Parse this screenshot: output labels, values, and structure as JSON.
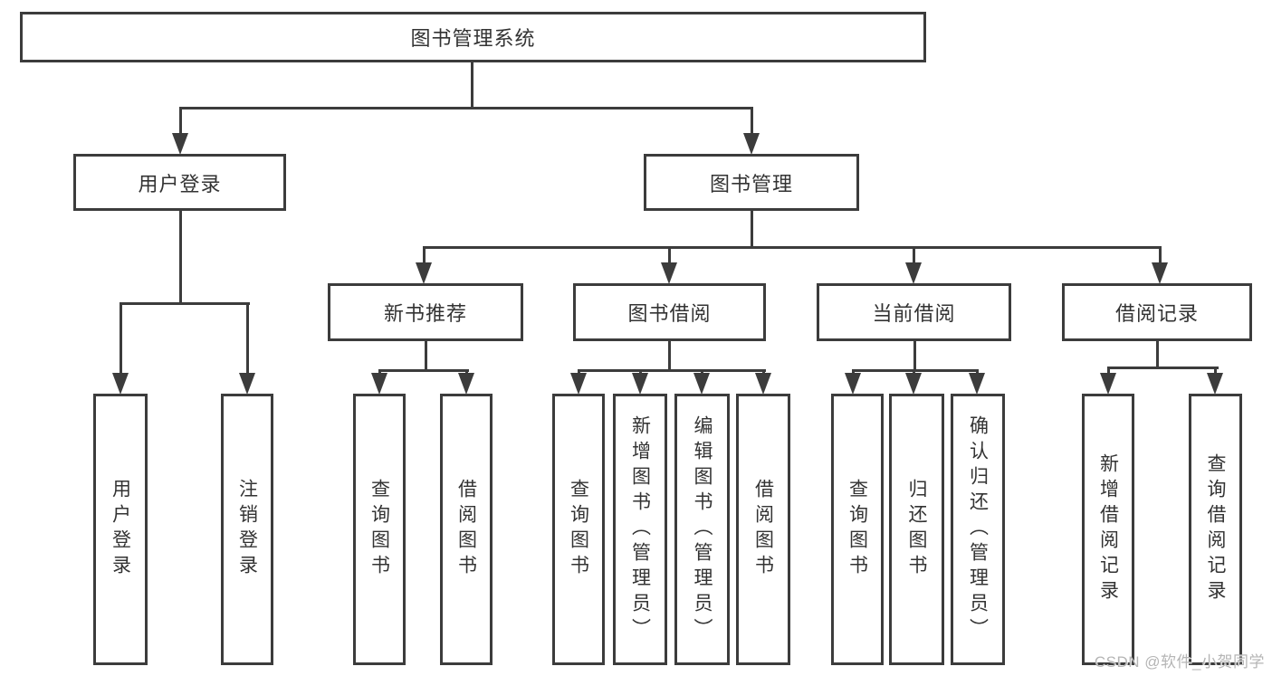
{
  "tree": {
    "root": "图书管理系统",
    "login": {
      "label": "用户登录",
      "children": [
        "用户登录",
        "注销登录"
      ]
    },
    "mgmt": {
      "label": "图书管理",
      "groups": [
        {
          "label": "新书推荐",
          "children": [
            "查询图书",
            "借阅图书"
          ]
        },
        {
          "label": "图书借阅",
          "children": [
            "查询图书",
            "新增图书（管理员）",
            "编辑图书（管理员）",
            "借阅图书"
          ]
        },
        {
          "label": "当前借阅",
          "children": [
            "查询图书",
            "归还图书",
            "确认归还（管理员）"
          ]
        },
        {
          "label": "借阅记录",
          "children": [
            "新增借阅记录",
            "查询借阅记录"
          ]
        }
      ]
    }
  },
  "watermark": "CSDN @软件_小贺同学"
}
